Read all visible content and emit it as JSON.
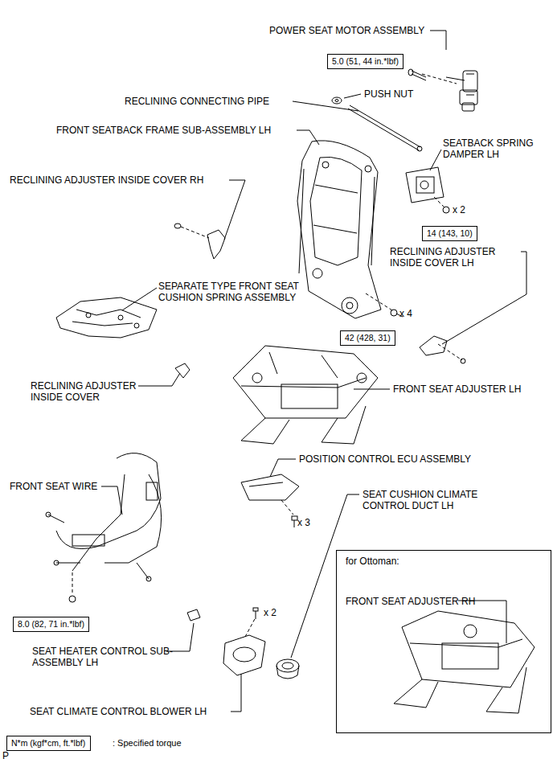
{
  "diagram": {
    "nodes": [
      {
        "text": [
          "5.0 (51, 44 in.*lbf)"
        ]
      },
      {
        "text": [
          "14 (143, 10)"
        ]
      },
      {
        "text": [
          "42 (428, 31)"
        ]
      },
      {
        "text": [
          "8.0 (82, 71 in.*lbf)"
        ]
      },
      {
        "text": [
          "for Ottoman:",
          "FRONT SEAT ADJUSTER RH"
        ]
      },
      {
        "text": [
          "N*m (kgf*cm, ft.*lbf)"
        ]
      }
    ],
    "labels": [
      "POWER SEAT MOTOR ASSEMBLY",
      "PUSH NUT",
      "RECLINING CONNECTING PIPE",
      "FRONT SEATBACK FRAME SUB-ASSEMBLY LH",
      "SEATBACK SPRING DAMPER LH",
      "RECLINING ADJUSTER INSIDE COVER RH",
      "x 2",
      "RECLINING ADJUSTER INSIDE COVER LH",
      "SEPARATE TYPE FRONT SEAT CUSHION SPRING ASSEMBLY",
      "x 4",
      "RECLINING ADJUSTER INSIDE COVER",
      "FRONT SEAT ADJUSTER LH",
      "POSITION CONTROL ECU ASSEMBLY",
      "FRONT SEAT WIRE",
      "SEAT CUSHION CLIMATE CONTROL DUCT LH",
      "x 3",
      "x 2",
      "SEAT HEATER CONTROL SUB-ASSEMBLY LH",
      "SEAT CLIMATE CONTROL BLOWER LH",
      "P"
    ],
    "legend": [
      {
        "text": ": Specified torque"
      }
    ]
  }
}
